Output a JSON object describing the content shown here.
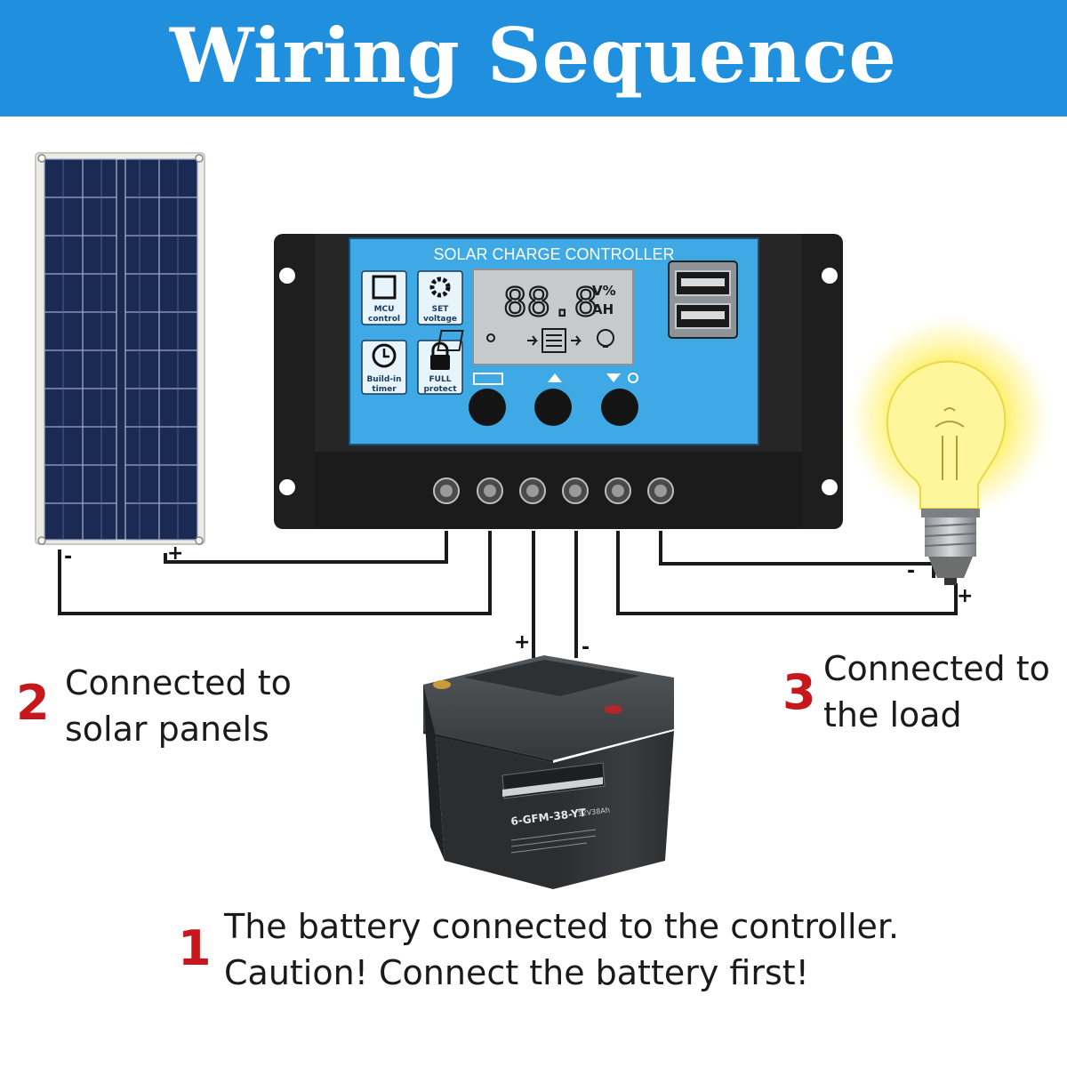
{
  "title": "Wiring Sequence",
  "controller": {
    "label": "SOLAR CHARGE CONTROLLER",
    "display_digits": "88.8",
    "display_unit_top": "V%",
    "display_unit_bottom": "AH",
    "features": [
      {
        "line1": "MCU",
        "line2": "control",
        "icon": "chip-icon"
      },
      {
        "line1": "SET",
        "line2": "voltage",
        "icon": "gear-icon"
      },
      {
        "line1": "Build-in",
        "line2": "timer",
        "icon": "clock-icon"
      },
      {
        "line1": "FULL",
        "line2": "protect",
        "icon": "lock-icon"
      }
    ]
  },
  "battery": {
    "model": "6-GFM-38-YT",
    "rating": "12V38Ah"
  },
  "polarity": {
    "solar_neg": "-",
    "solar_pos": "+",
    "battery_pos": "+",
    "battery_neg": "-",
    "load_neg": "-",
    "load_pos": "+"
  },
  "steps": [
    {
      "number": "1",
      "line1": "The battery connected to the controller.",
      "line2": "Caution! Connect the battery first!"
    },
    {
      "number": "2",
      "line1": "Connected to",
      "line2": "solar panels"
    },
    {
      "number": "3",
      "line1": "Connected to",
      "line2": "the load"
    }
  ],
  "colors": {
    "banner": "#1f8fde",
    "step_number": "#c8161d",
    "controller_face": "#3fa9e6",
    "controller_body": "#1e1e1e",
    "lcd": "#c6cacd",
    "bulb_glow": "#fff176"
  }
}
